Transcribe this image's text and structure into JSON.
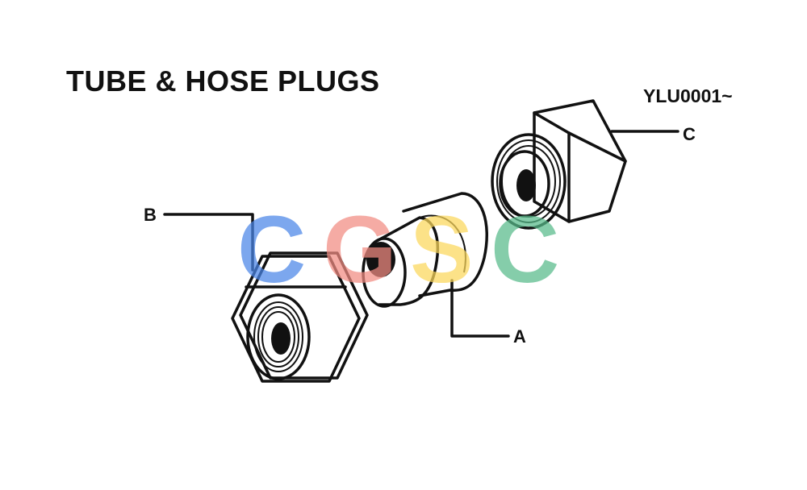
{
  "title": "TUBE & HOSE PLUGS",
  "part_code": "YLU0001~",
  "callouts": {
    "a": "A",
    "b": "B",
    "c": "C"
  },
  "parts": [
    {
      "label": "A",
      "icon": "tube-plug-icon"
    },
    {
      "label": "B",
      "icon": "hex-nut-icon"
    },
    {
      "label": "C",
      "icon": "hose-plug-icon"
    }
  ],
  "watermark": {
    "letters": [
      "C",
      "G",
      "S",
      "C"
    ],
    "colors": [
      "#4a86e8",
      "#f28b82",
      "#fbd75b",
      "#57bb8a"
    ]
  }
}
